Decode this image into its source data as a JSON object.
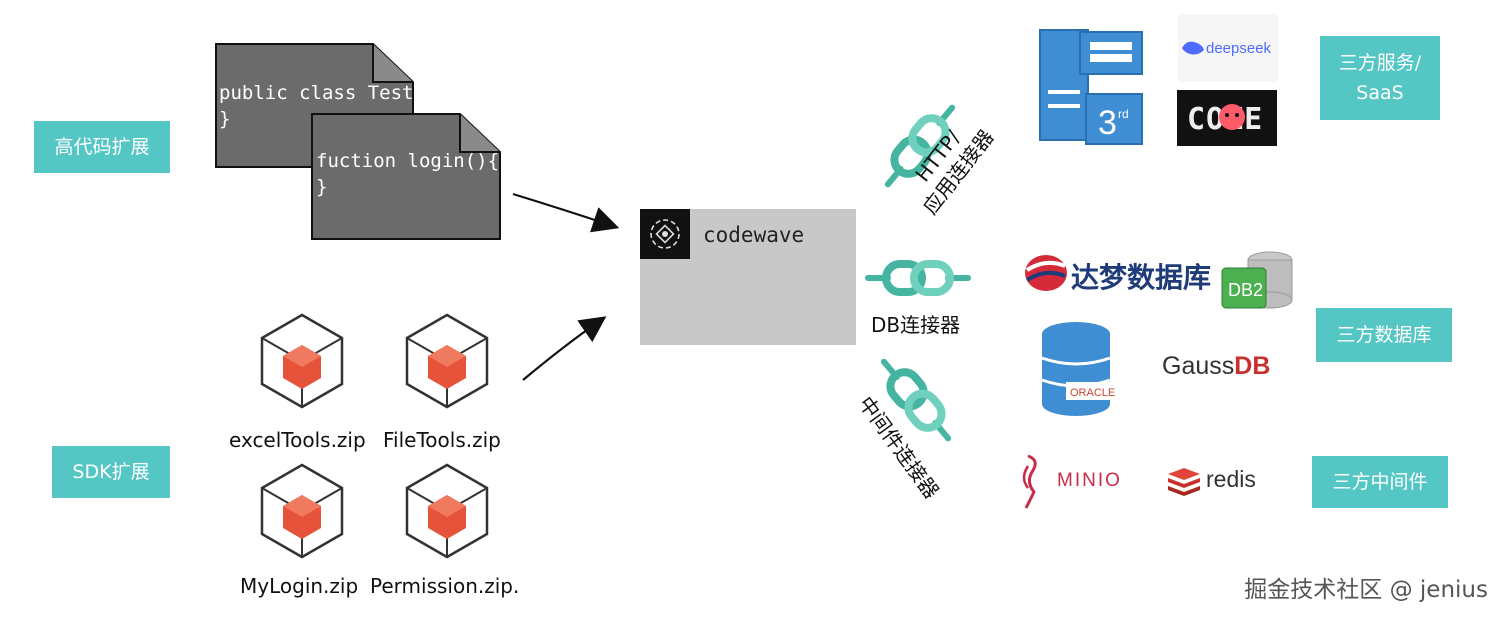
{
  "left_labels": {
    "high_code": "高代码扩展",
    "sdk": "SDK扩展"
  },
  "code_notes": [
    {
      "line1": "public class Test{",
      "line2": "}"
    },
    {
      "line1": "fuction login(){",
      "line2": "}"
    }
  ],
  "packages": [
    "excelTools.zip",
    "FileTools.zip",
    "MyLogin.zip",
    "Permission.zip."
  ],
  "center": {
    "title": "codewave",
    "icon": "codewave-logo-icon"
  },
  "connectors": {
    "http_line1": "HTTP/",
    "http_line2": "应用连接器",
    "db": "DB连接器",
    "middleware": "中间件连接器"
  },
  "right_labels": {
    "services": "三方服务/\nSaaS",
    "databases": "三方数据库",
    "middleware": "三方中间件"
  },
  "logos": {
    "deepseek": "deepseek",
    "coze": "COZE",
    "third": "3",
    "third_sup": "rd",
    "dameng": "达梦数据库",
    "db2": "DB2",
    "oracle": "ORACLE",
    "gauss": "Gauss",
    "gauss_db": "DB",
    "minio": "MINIO",
    "redis": "redis"
  },
  "colors": {
    "teal": "#54c6c4",
    "note_gray": "#6b6b6b",
    "center_gray": "#c8c8c8",
    "package_red": "#e5533a",
    "connector_green": "#45b4a0",
    "server_blue": "#3f8ed4"
  },
  "watermark": "掘金技术社区 @ jenius"
}
